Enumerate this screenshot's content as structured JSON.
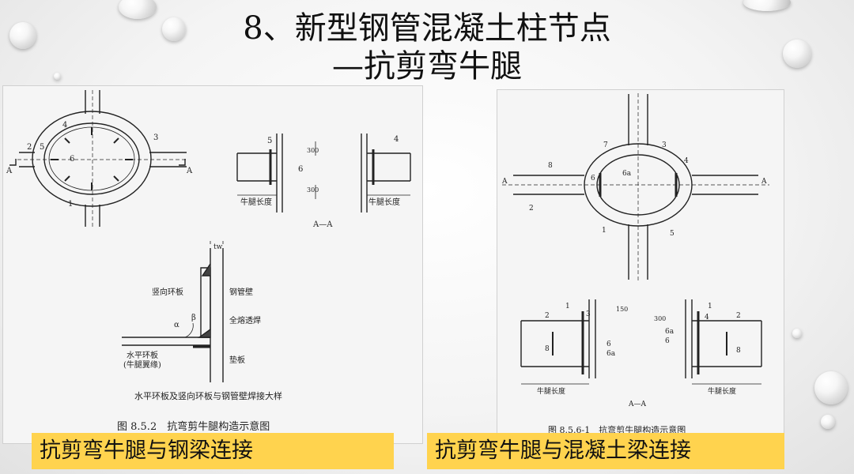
{
  "title": {
    "line1": "8、新型钢管混凝土柱节点",
    "line2": "—抗剪弯牛腿"
  },
  "left_figure": {
    "caption": "图 8.5.2　抗弯剪牛腿构造示意图",
    "detail_caption": "水平环板及竖向环板与钢管壁焊接大样",
    "labels": {
      "n1": "1",
      "n2": "2",
      "n3": "3",
      "n4": "4",
      "n5": "5",
      "n6": "6",
      "sectionA": "A",
      "sectionAA": "A—A",
      "d300": "300",
      "bracket_len": "牛腿长度",
      "tw": "tw",
      "alpha": "α",
      "beta": "β",
      "vertical_ring": "竖向环板",
      "steel_wall": "钢管壁",
      "full_weld": "全熔透焊",
      "horizontal_ring": "水平环板",
      "flange": "(牛腿翼缘)",
      "backing": "垫板"
    }
  },
  "right_figure": {
    "caption": "图 8.5.6-1　抗弯剪牛腿构造示意图",
    "labels": {
      "n1": "1",
      "n2": "2",
      "n3": "3",
      "n4": "4",
      "n5": "5",
      "n6": "6",
      "n6a": "6a",
      "n7": "7",
      "n8": "8",
      "sectionA": "A",
      "sectionAA": "A—A",
      "d150": "150",
      "d300": "300",
      "bracket_len": "牛腿长度"
    }
  },
  "banners": {
    "left": "抗剪弯牛腿与钢梁连接",
    "right": "抗剪弯牛腿与混凝土梁连接"
  },
  "colors": {
    "banner": "#ffd34e",
    "ink": "#222222"
  }
}
